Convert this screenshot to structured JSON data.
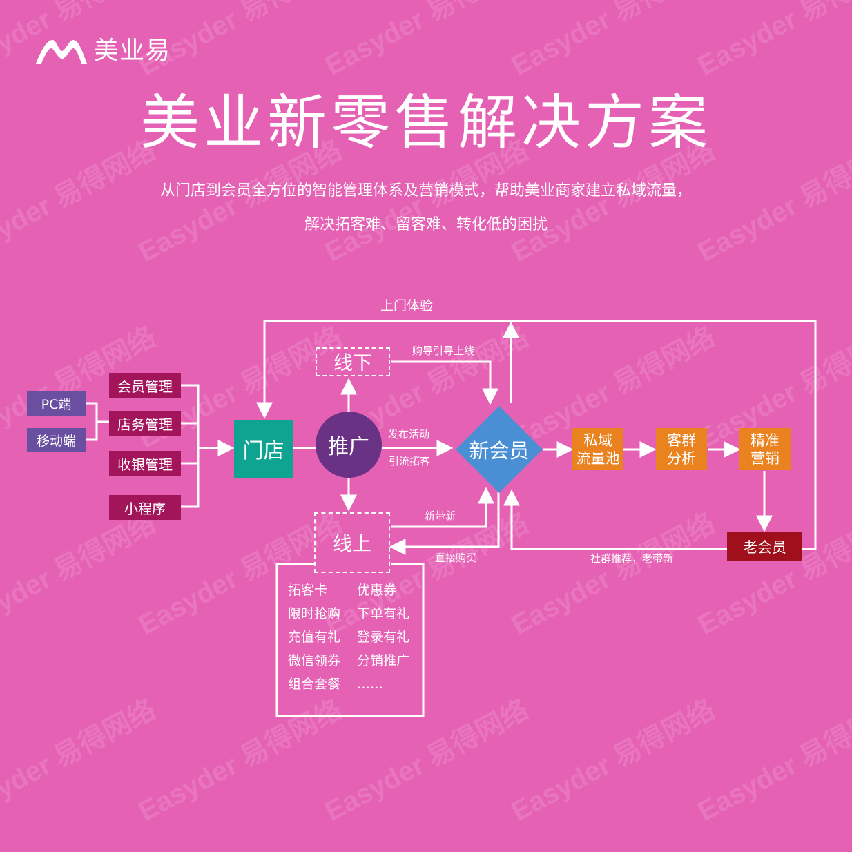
{
  "brand": {
    "logo_text": "美业易"
  },
  "watermark": {
    "text": "Easyder 易得网络"
  },
  "title": "美业新零售解决方案",
  "subtitle": {
    "line1": "从门店到会员全方位的智能管理体系及营销模式，帮助美业商家建立私域流量，",
    "line2": "解决拓客难、留客难、转化低的困扰"
  },
  "diagram": {
    "terminals": [
      "PC端",
      "移动端"
    ],
    "modules": [
      "会员管理",
      "店务管理",
      "收银管理",
      "小程序"
    ],
    "store": "门店",
    "promote": "推广",
    "offline": "线下",
    "online": "线上",
    "new_member": "新会员",
    "private_pool": "私域\n流量池",
    "segment": "客群\n分析",
    "precise": "精准\n营销",
    "old_member": "老会员",
    "labels": {
      "visit": "上门体验",
      "guide": "购导引导上线",
      "publish": "发布活动",
      "attract": "引流拓客",
      "new_bring_new": "新带新",
      "direct_buy": "直接购买",
      "community": "社群推荐，老带新"
    },
    "online_tools": [
      [
        "拓客卡",
        "优惠券"
      ],
      [
        "限时抢购",
        "下单有礼"
      ],
      [
        "充值有礼",
        "登录有礼"
      ],
      [
        "微信领券",
        "分销推广"
      ],
      [
        "组合套餐",
        "……"
      ]
    ]
  },
  "colors": {
    "background": "#e561b4",
    "terminal": "#6a4fa0",
    "module": "#a3155b",
    "store": "#0fa392",
    "promote": "#6a3285",
    "new_member": "#4a8fd4",
    "orange": "#e9821f",
    "old_member": "#a00f1c"
  }
}
